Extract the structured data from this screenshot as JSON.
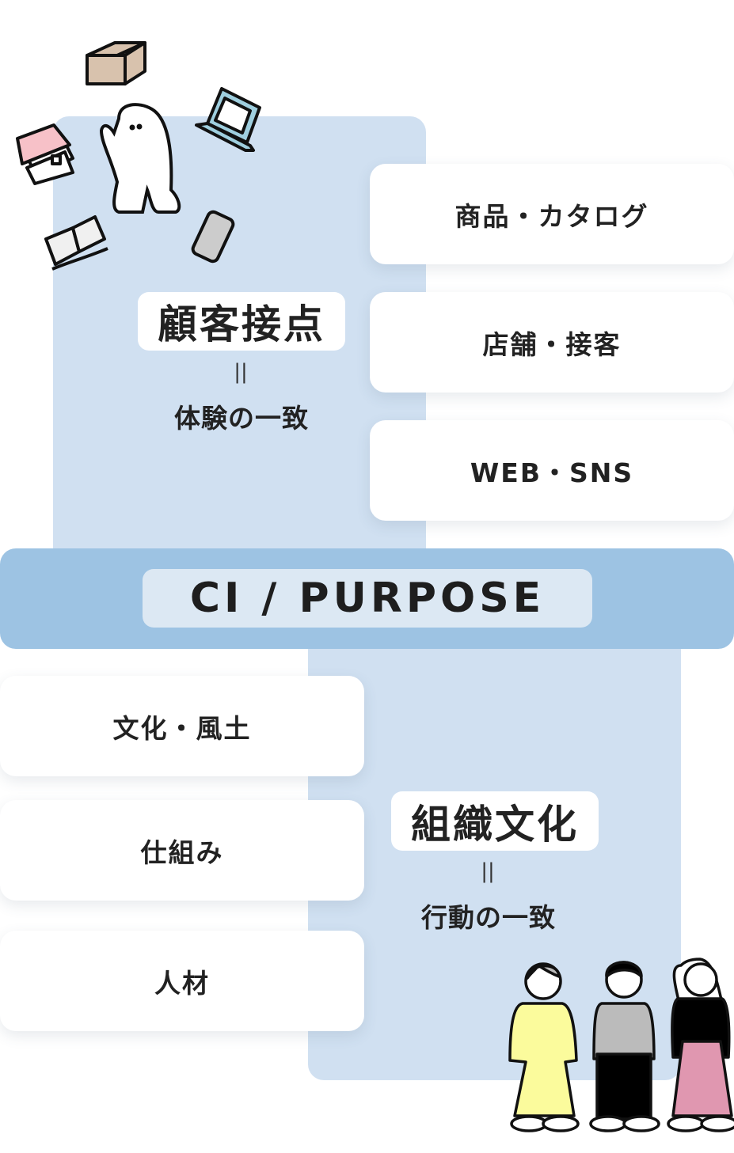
{
  "top": {
    "label": "顧客接点",
    "equals": "||",
    "sub": "体験の一致",
    "cards": [
      "商品・カタログ",
      "店舗・接客",
      "WEB・SNS"
    ]
  },
  "center": {
    "label": "CI / PURPOSE"
  },
  "bottom": {
    "label": "組織文化",
    "equals": "||",
    "sub": "行動の一致",
    "cards": [
      "文化・風土",
      "仕組み",
      "人材"
    ]
  }
}
